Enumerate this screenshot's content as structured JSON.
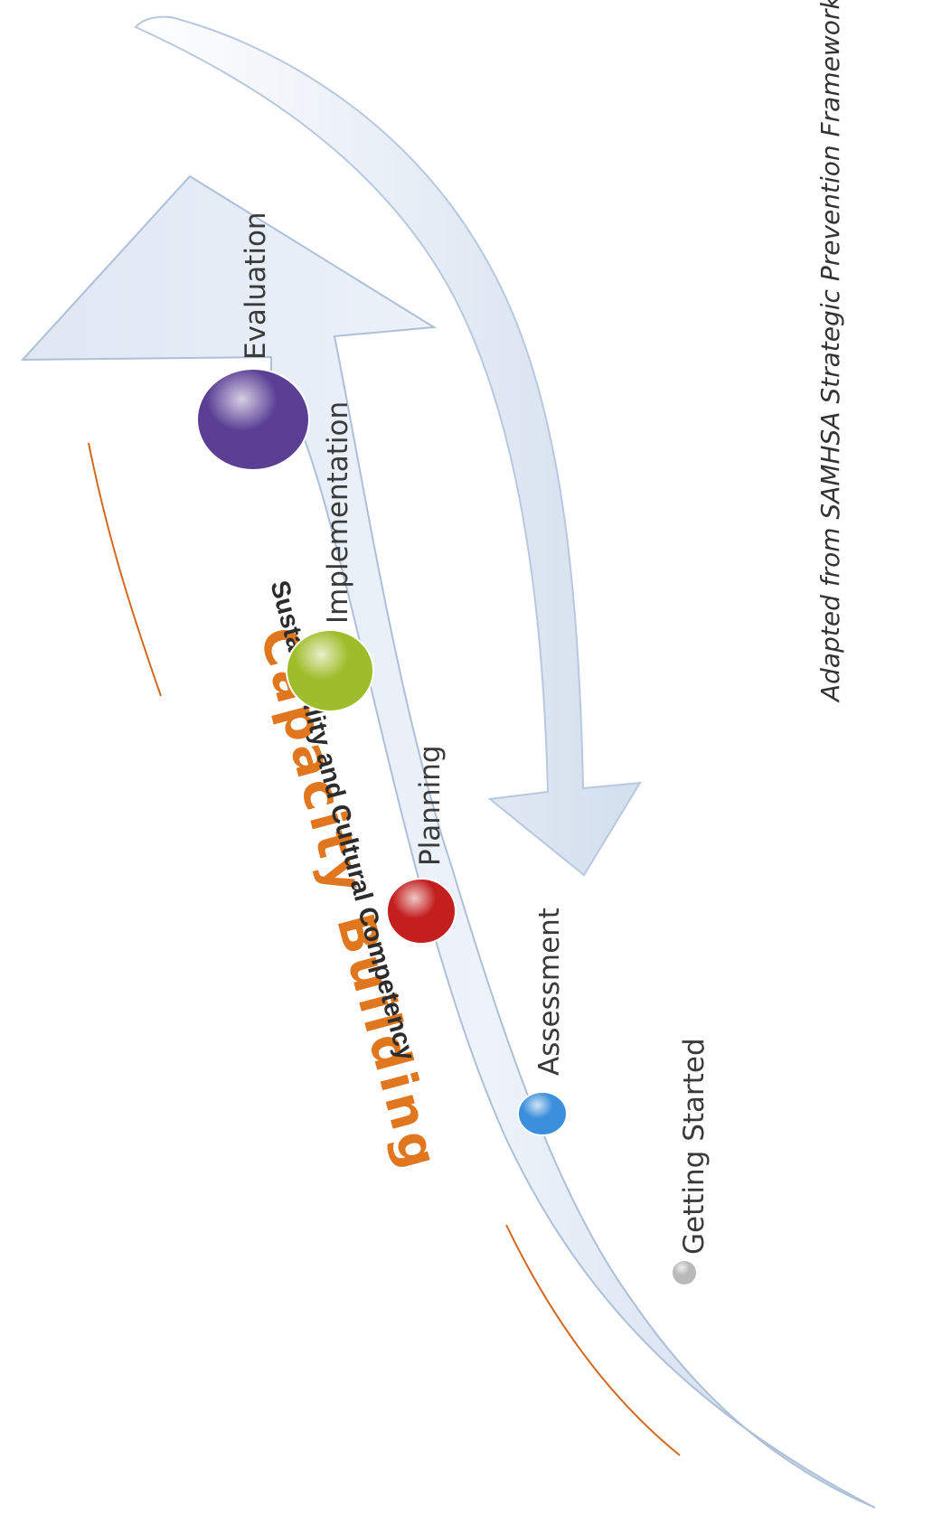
{
  "title": "Capacity Building",
  "band_label": "Sustainability and Cultural Competency",
  "credit": "Adapted from SAMHSA Strategic Prevention Framework",
  "stages": [
    {
      "label": "Getting Started",
      "color": "#b9b9b9"
    },
    {
      "label": "Assessment",
      "color": "#3b8fdc"
    },
    {
      "label": "Planning",
      "color": "#c41f1f"
    },
    {
      "label": "Implementation",
      "color": "#9fbd2a"
    },
    {
      "label": "Evaluation",
      "color": "#5a3f95"
    }
  ],
  "colors": {
    "arrow_fill": "#e3ebf6",
    "arrow_edge": "#a9bdd8",
    "title": "#e0761e",
    "accent_line": "#d2691e"
  }
}
